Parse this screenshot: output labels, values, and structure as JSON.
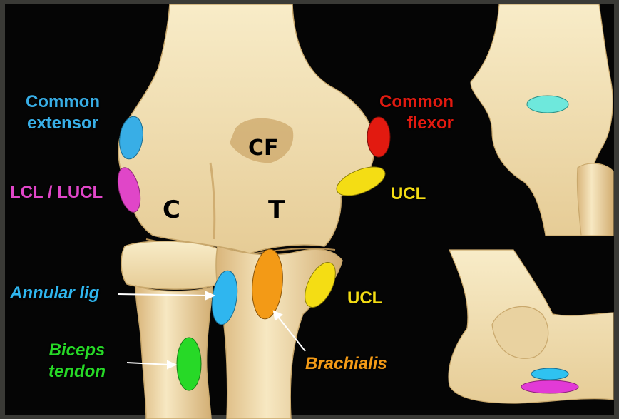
{
  "colors": {
    "background_outer": "#3a3a36",
    "background_inner": "#050505",
    "bone_light": "#f6e7bf",
    "bone_shadow": "#d9b97e",
    "common_extensor": "#38aee6",
    "lcl_lucl": "#e046c8",
    "common_flexor": "#e21a10",
    "ucl": "#f4dd14",
    "annular_lig": "#2fb6ef",
    "brachialis": "#f39a16",
    "biceps_tendon": "#27d927",
    "inset_cyan": "#6ee8dc",
    "inset_magenta": "#e23ad6"
  },
  "labels": {
    "common_extensor": {
      "line1": "Common",
      "line2": "extensor"
    },
    "lcl_lucl": "LCL / LUCL",
    "common_flexor": {
      "line1": "Common",
      "line2": "flexor"
    },
    "ucl_upper": "UCL",
    "ucl_lower": "UCL",
    "annular_lig": "Annular lig",
    "brachialis": "Brachialis",
    "biceps_tendon": {
      "line1": "Biceps",
      "line2": "tendon"
    }
  },
  "bone_regions": {
    "coronoid_fossa": "CF",
    "capitellum": "C",
    "trochlea": "T"
  }
}
